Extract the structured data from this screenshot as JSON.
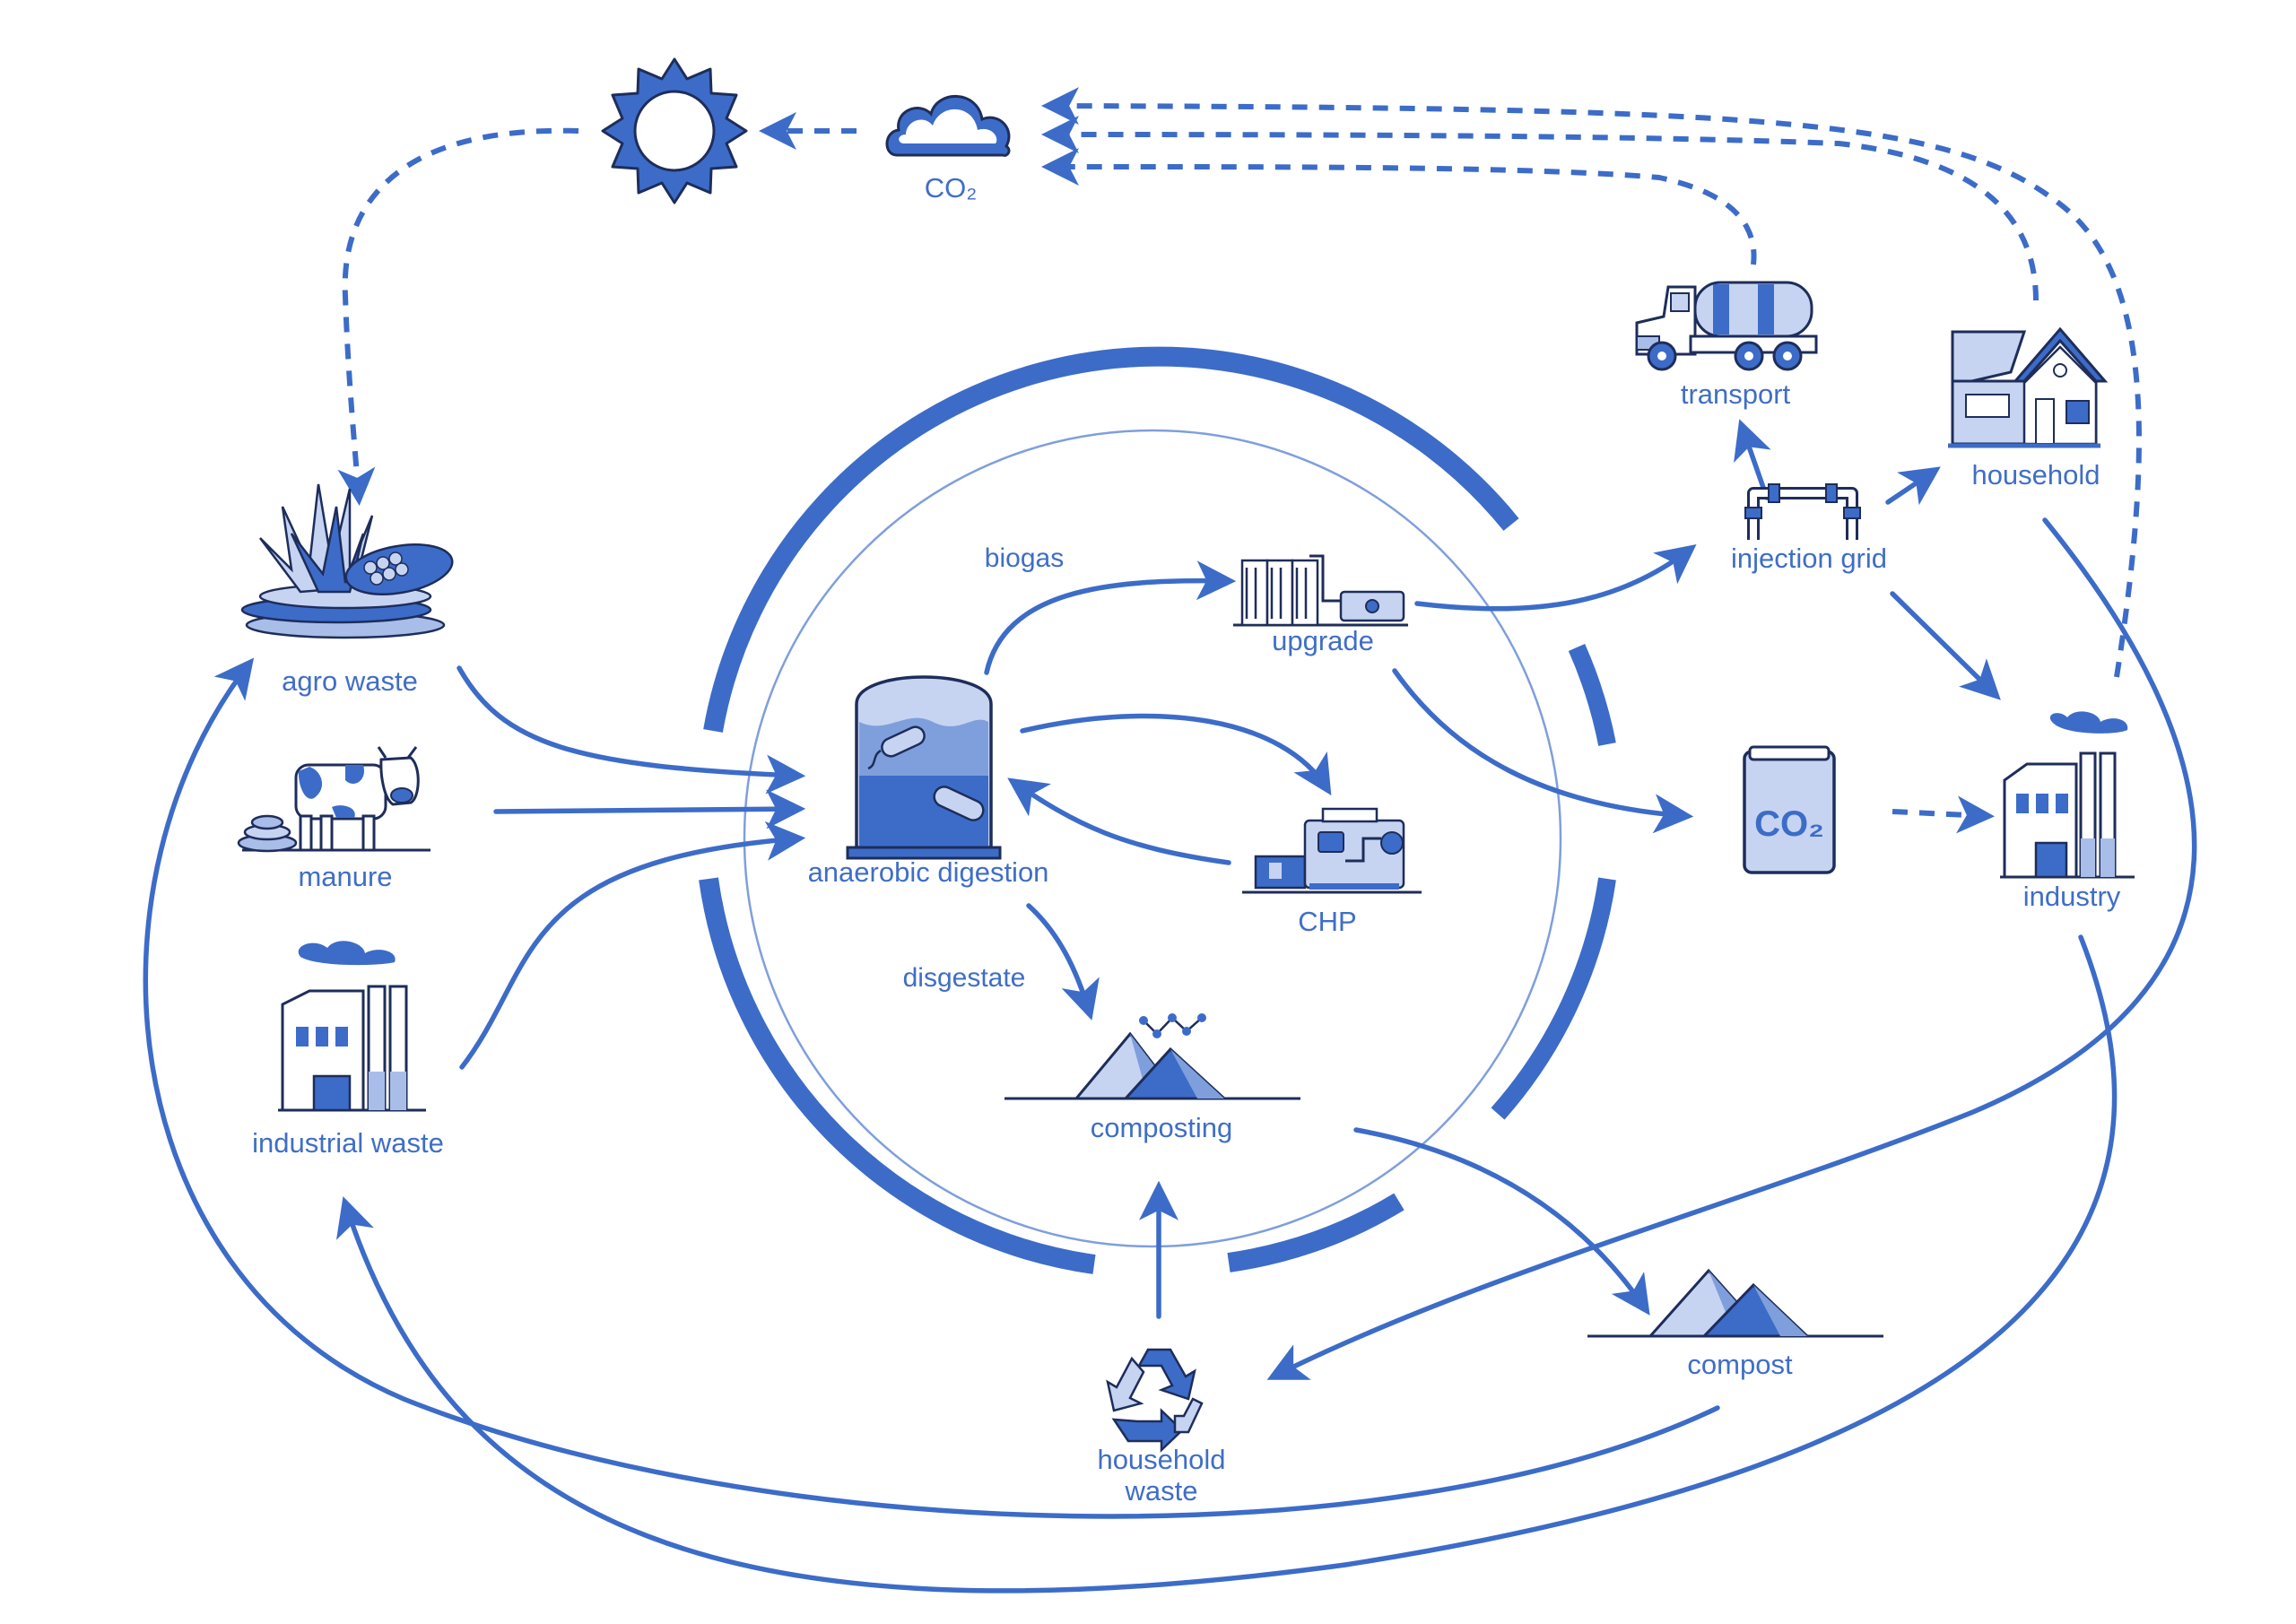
{
  "colors": {
    "primary": "#3c6cc8",
    "light": "#c6d4f2",
    "dark": "#1e2d5a"
  },
  "labels": {
    "co2_cloud": "CO₂",
    "agro_waste": "agro waste",
    "manure": "manure",
    "industrial_waste": "industrial waste",
    "biogas": "biogas",
    "upgrade": "upgrade",
    "anaerobic_digestion": "anaerobic digestion",
    "chp": "CHP",
    "disgestate": "disgestate",
    "composting": "composting",
    "household_waste_line1": "household",
    "household_waste_line2": "waste",
    "transport": "transport",
    "household": "household",
    "injection_grid": "injection grid",
    "co2_tank": "CO₂",
    "industry": "industry",
    "compost": "compost"
  },
  "icons": [
    "sun-icon",
    "cloud-icon",
    "crops-icon",
    "cow-icon",
    "factory-icon",
    "digester-icon",
    "upgrade-plant-icon",
    "chp-engine-icon",
    "compost-heap-icon",
    "recycle-icon",
    "tanker-truck-icon",
    "house-icon",
    "pipeline-icon",
    "co2-tank-icon",
    "industry-icon"
  ]
}
